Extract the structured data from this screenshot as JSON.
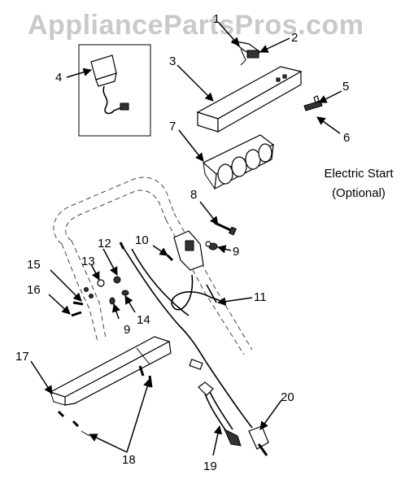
{
  "watermark": "AppliancePartsPros.com",
  "caption": {
    "line1": "Electric Start",
    "line2": "(Optional)"
  },
  "callouts": {
    "c1": "1",
    "c2": "2",
    "c3": "3",
    "c4": "4",
    "c5": "5",
    "c6": "6",
    "c7": "7",
    "c8": "8",
    "c9a": "9",
    "c9b": "9",
    "c10": "10",
    "c11": "11",
    "c12": "12",
    "c13": "13",
    "c14": "14",
    "c15": "15",
    "c16": "16",
    "c17": "17",
    "c18": "18",
    "c19": "19",
    "c20": "20"
  },
  "colors": {
    "background": "#ffffff",
    "lines": "#000000",
    "watermark": "#c9c9c9"
  }
}
